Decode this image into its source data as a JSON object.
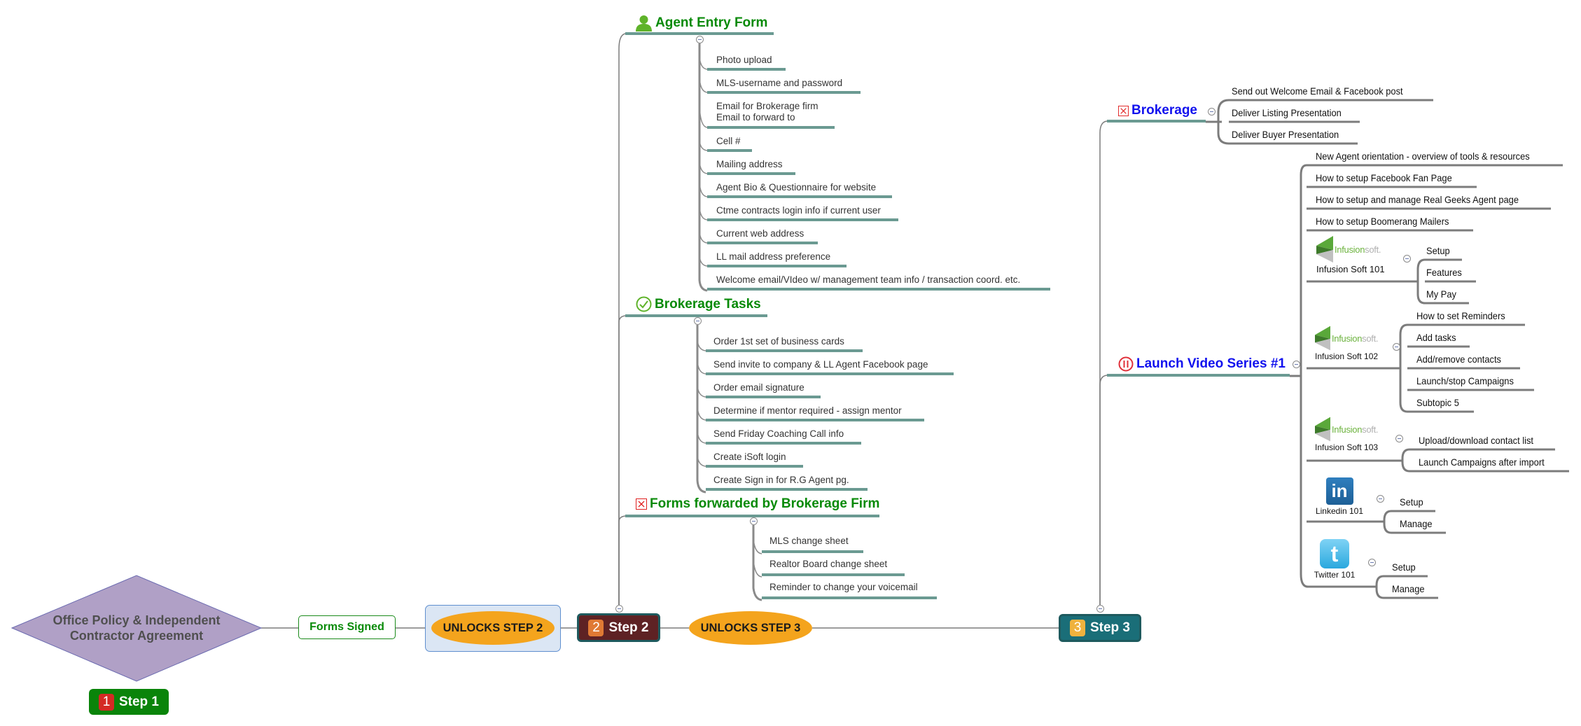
{
  "colors": {
    "branch_underline": "#6b9a92",
    "connector": "#7c7c7c",
    "header_green": "#078a07",
    "header_blue": "#1111ee",
    "diamond_fill": "#b0a0c6",
    "ellipse_fill": "#f4a41d",
    "step1_fill": "#0a840a",
    "step2_fill": "#5e2224",
    "step3_fill": "#1a6e78",
    "step_border": "#1e5a5e"
  },
  "flow": {
    "diamond_label_line1": "Office Policy & Independent",
    "diamond_label_line2": "Contractor Agreement",
    "forms_signed": "Forms Signed",
    "unlocks_step2": "UNLOCKS STEP 2",
    "unlocks_step3": "UNLOCKS STEP 3",
    "step1": {
      "num": "1",
      "label": "Step 1"
    },
    "step2": {
      "num": "2",
      "label": "Step 2"
    },
    "step3": {
      "num": "3",
      "label": "Step 3"
    }
  },
  "step2_branches": {
    "agent_entry_form": {
      "title": "Agent Entry Form",
      "icon": "person-icon",
      "items": [
        "Photo upload",
        "MLS-username and password",
        "Email for Brokerage firm",
        "Email to forward to",
        "Cell #",
        "Mailing address",
        "Agent Bio & Questionnaire for website",
        "Ctme contracts login info if current user",
        "Current web address",
        "LL mail address preference",
        "Welcome email/VIdeo w/ management team info / transaction coord. etc."
      ]
    },
    "brokerage_tasks": {
      "title": "Brokerage Tasks",
      "icon": "check-circle-icon",
      "items": [
        "Order 1st set of business cards",
        "Send invite to company & LL Agent Facebook page",
        "Order email signature",
        "Determine if mentor required - assign mentor",
        "Send Friday Coaching Call info",
        "Create iSoft login",
        "Create Sign in for R.G Agent pg."
      ]
    },
    "forms_forwarded": {
      "title": "Forms forwarded by Brokerage Firm",
      "icon": "red-x-icon",
      "items": [
        "MLS change sheet",
        "Realtor Board change sheet",
        "Reminder to change your voicemail"
      ]
    }
  },
  "step3_branches": {
    "brokerage": {
      "title": "Brokerage",
      "icon": "red-x-icon",
      "items": [
        "Send out Welcome Email & Facebook post",
        "Deliver Listing Presentation",
        "Deliver Buyer Presentation"
      ]
    },
    "launch_video": {
      "title": "Launch Video Series #1",
      "icon": "pause-circle-icon",
      "items": [
        "New Agent orientation - overview of tools & resources",
        "How to setup Facebook Fan Page",
        "How to setup and manage Real Geeks Agent page",
        "How to setup Boomerang Mailers"
      ],
      "logo_text_a": "Infusion",
      "logo_text_b": "soft.",
      "isoft101": {
        "label": "Infusion Soft 101",
        "items": [
          "Setup",
          "Features",
          "My Pay"
        ]
      },
      "isoft102": {
        "label": "Infusion Soft 102",
        "items": [
          "How to set Reminders",
          "Add tasks",
          "Add/remove contacts",
          "Launch/stop Campaigns",
          "Subtopic 5"
        ]
      },
      "isoft103": {
        "label": "Infusion Soft 103",
        "items": [
          "Upload/download contact list",
          "Launch Campaigns after import"
        ]
      },
      "linkedin": {
        "label": "Linkedin 101",
        "logo": "in",
        "items": [
          "Setup",
          "Manage"
        ]
      },
      "twitter": {
        "label": "Twitter 101",
        "logo": "t",
        "items": [
          "Setup",
          "Manage"
        ]
      }
    }
  }
}
